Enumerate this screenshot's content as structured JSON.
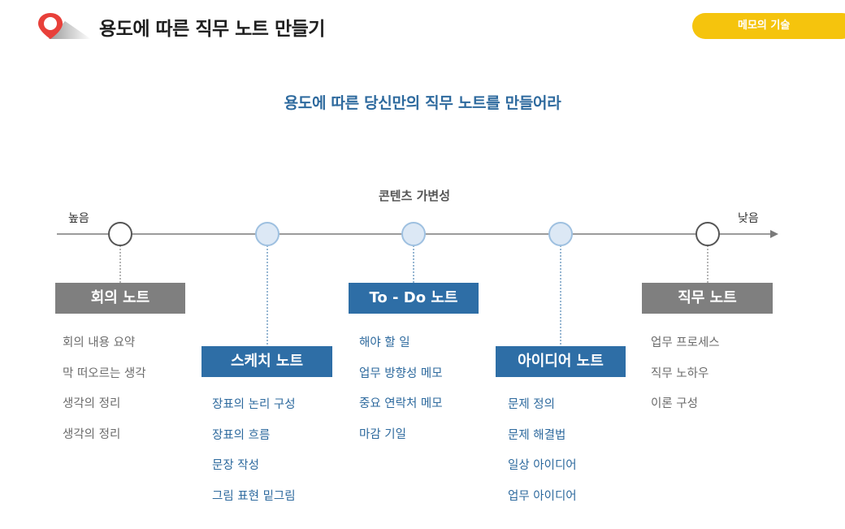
{
  "header": {
    "title": "용도에 따른 직무 노트 만들기",
    "badge": "메모의 기술",
    "colors": {
      "accent": "#f5c40d",
      "pin": "#e8403a"
    }
  },
  "subtitle": "용도에 따른 당신만의 직무 노트를 만들어라",
  "axis": {
    "title": "콘텐츠 가변성",
    "left_label": "높음",
    "right_label": "낮음"
  },
  "notes": [
    {
      "title": "회의 노트",
      "style": "gray",
      "items": [
        "회의 내용 요약",
        "막 떠오르는 생각",
        "생각의 정리",
        "생각의 정리"
      ]
    },
    {
      "title": "스케치 노트",
      "style": "blue",
      "items": [
        "장표의 논리 구성",
        "장표의 흐름",
        "문장 작성",
        "그림 표현 밑그림"
      ]
    },
    {
      "title": "To - Do 노트",
      "style": "blue",
      "items": [
        "해야 할 일",
        "업무 방향성 메모",
        "중요 연락처 메모",
        "마감 기일"
      ]
    },
    {
      "title": "아이디어 노트",
      "style": "blue",
      "items": [
        "문제 정의",
        "문제 해결법",
        "일상 아이디어",
        "업무 아이디어"
      ]
    },
    {
      "title": "직무 노트",
      "style": "gray",
      "items": [
        "업무 프로세스",
        "직무 노하우",
        "이론 구성"
      ]
    }
  ],
  "colors": {
    "blue": "#2e6ea6",
    "gray": "#7f7f7f",
    "node_fill": "#dce8f5",
    "node_stroke": "#9ec0e0"
  }
}
